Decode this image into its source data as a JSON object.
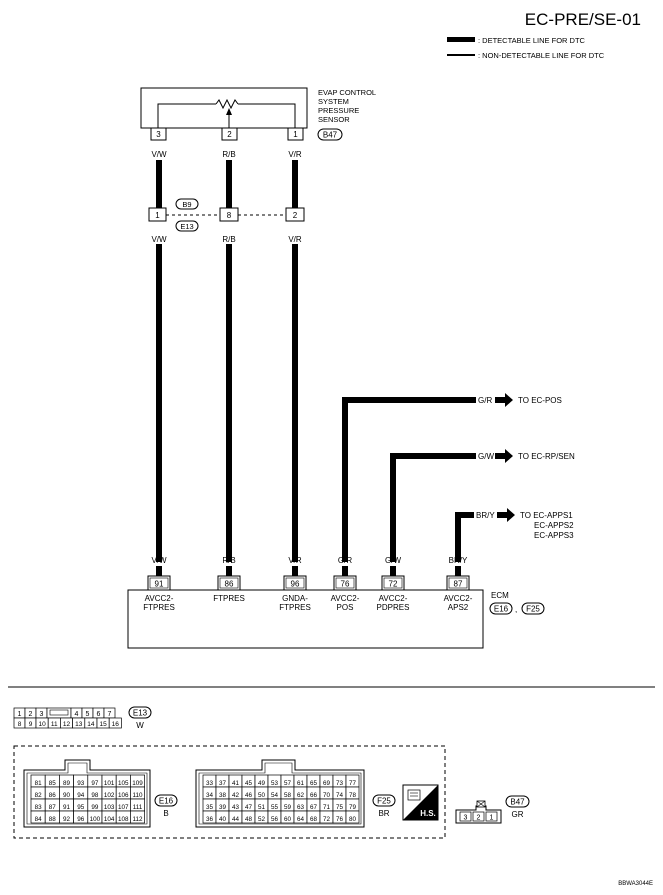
{
  "header": {
    "title": "EC-PRE/SE-01",
    "legend_detectable": ": DETECTABLE LINE FOR DTC",
    "legend_non_detectable": ": NON-DETECTABLE LINE FOR DTC"
  },
  "sensor": {
    "label_lines": [
      "EVAP CONTROL",
      "SYSTEM",
      "PRESSURE",
      "SENSOR"
    ],
    "connector": "B47",
    "pins": [
      "3",
      "2",
      "1"
    ]
  },
  "wires": {
    "top_colors": [
      "V/W",
      "R/B",
      "V/R"
    ],
    "joint_pins": [
      "1",
      "8",
      "2"
    ],
    "joint_connector_top": "B9",
    "joint_connector_bottom": "E13",
    "bottom_colors": [
      "V/W",
      "R/B",
      "V/R"
    ]
  },
  "branches": [
    {
      "color": "G/R",
      "target": [
        "TO EC-POS"
      ]
    },
    {
      "color": "G/W",
      "target": [
        "TO EC-RP/SEN"
      ]
    },
    {
      "color": "BR/Y",
      "target": [
        "TO EC-APPS1",
        "EC-APPS2",
        "EC-APPS3"
      ]
    }
  ],
  "ecm": {
    "label": "ECM",
    "connectors": [
      "E16",
      "F25"
    ],
    "separator": ",",
    "wire_colors": [
      "V/W",
      "R/B",
      "V/R",
      "G/R",
      "G/W",
      "BR/Y"
    ],
    "pins": [
      "91",
      "86",
      "96",
      "76",
      "72",
      "87"
    ],
    "terminal_lines": [
      [
        "AVCC2-",
        "FTPRES"
      ],
      [
        "FTPRES"
      ],
      [
        "GNDA-",
        "FTPRES"
      ],
      [
        "AVCC2-",
        "POS"
      ],
      [
        "AVCC2-",
        "PDPRES"
      ],
      [
        "AVCC2-",
        "APS2"
      ]
    ]
  },
  "connector_e13": {
    "id": "E13",
    "color_code": "W",
    "row1": [
      "1",
      "2",
      "3",
      "4",
      "5",
      "6",
      "7"
    ],
    "row2": [
      "8",
      "9",
      "10",
      "11",
      "12",
      "13",
      "14",
      "15",
      "16"
    ]
  },
  "connector_e16": {
    "id": "E16",
    "color_code": "B",
    "rows": [
      [
        "81",
        "85",
        "89",
        "93",
        "97",
        "101",
        "105",
        "109"
      ],
      [
        "82",
        "86",
        "90",
        "94",
        "98",
        "102",
        "106",
        "110"
      ],
      [
        "83",
        "87",
        "91",
        "95",
        "99",
        "103",
        "107",
        "111"
      ],
      [
        "84",
        "88",
        "92",
        "96",
        "100",
        "104",
        "108",
        "112"
      ]
    ]
  },
  "connector_f25": {
    "id": "F25",
    "color_code": "BR",
    "rows": [
      [
        "33",
        "37",
        "41",
        "45",
        "49",
        "53",
        "57",
        "61",
        "65",
        "69",
        "73",
        "77"
      ],
      [
        "34",
        "38",
        "42",
        "46",
        "50",
        "54",
        "58",
        "62",
        "66",
        "70",
        "74",
        "78"
      ],
      [
        "35",
        "39",
        "43",
        "47",
        "51",
        "55",
        "59",
        "63",
        "67",
        "71",
        "75",
        "79"
      ],
      [
        "36",
        "40",
        "44",
        "48",
        "52",
        "56",
        "60",
        "64",
        "68",
        "72",
        "76",
        "80"
      ]
    ]
  },
  "hs_badge": "H.S.",
  "connector_b47": {
    "id": "B47",
    "color_code": "GR",
    "pins": [
      "3",
      "2",
      "1"
    ]
  },
  "footer_code": "BBWA3044E"
}
